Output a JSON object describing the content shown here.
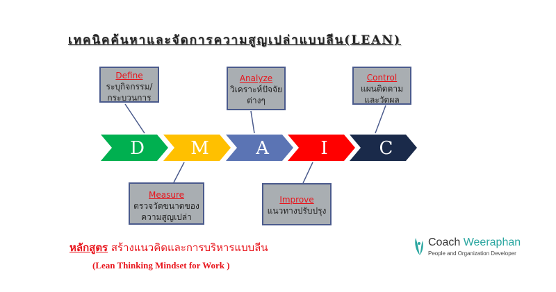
{
  "title": "เทคนิคค้นหาและจัดการความสูญเปล่าแบบลีน(LEAN)",
  "colors": {
    "D": "#00b050",
    "M": "#ffc000",
    "A": "#5b74b4",
    "I": "#ff0000",
    "C": "#1a2a4a",
    "box": "#a9aeb2",
    "label": "#e8141b"
  },
  "steps": [
    {
      "letter": "D",
      "label": "Define",
      "text": "ระบุกิจกรรม/\nกระบวนการ"
    },
    {
      "letter": "M",
      "label": "Measure",
      "text": "ตรวจวัดขนาดของ\nความสูญเปล่า"
    },
    {
      "letter": "A",
      "label": "Analyze",
      "text": "วิเคราะห์ปัจจัย\nต่างๆ"
    },
    {
      "letter": "I",
      "label": "Improve",
      "text": "แนวทางปรับปรุง"
    },
    {
      "letter": "C",
      "label": "Control",
      "text": "แผนติดตาม\nและวัดผล"
    }
  ],
  "course": {
    "prefix": "หลักสูตร",
    "name": " สร้างแนวคิดและการบริหารแบบลีน",
    "english": "(Lean Thinking Mindset for Work )"
  },
  "logo": {
    "first": "Coach ",
    "second": "Weeraphan",
    "subtitle": "People and Organization Developer"
  }
}
